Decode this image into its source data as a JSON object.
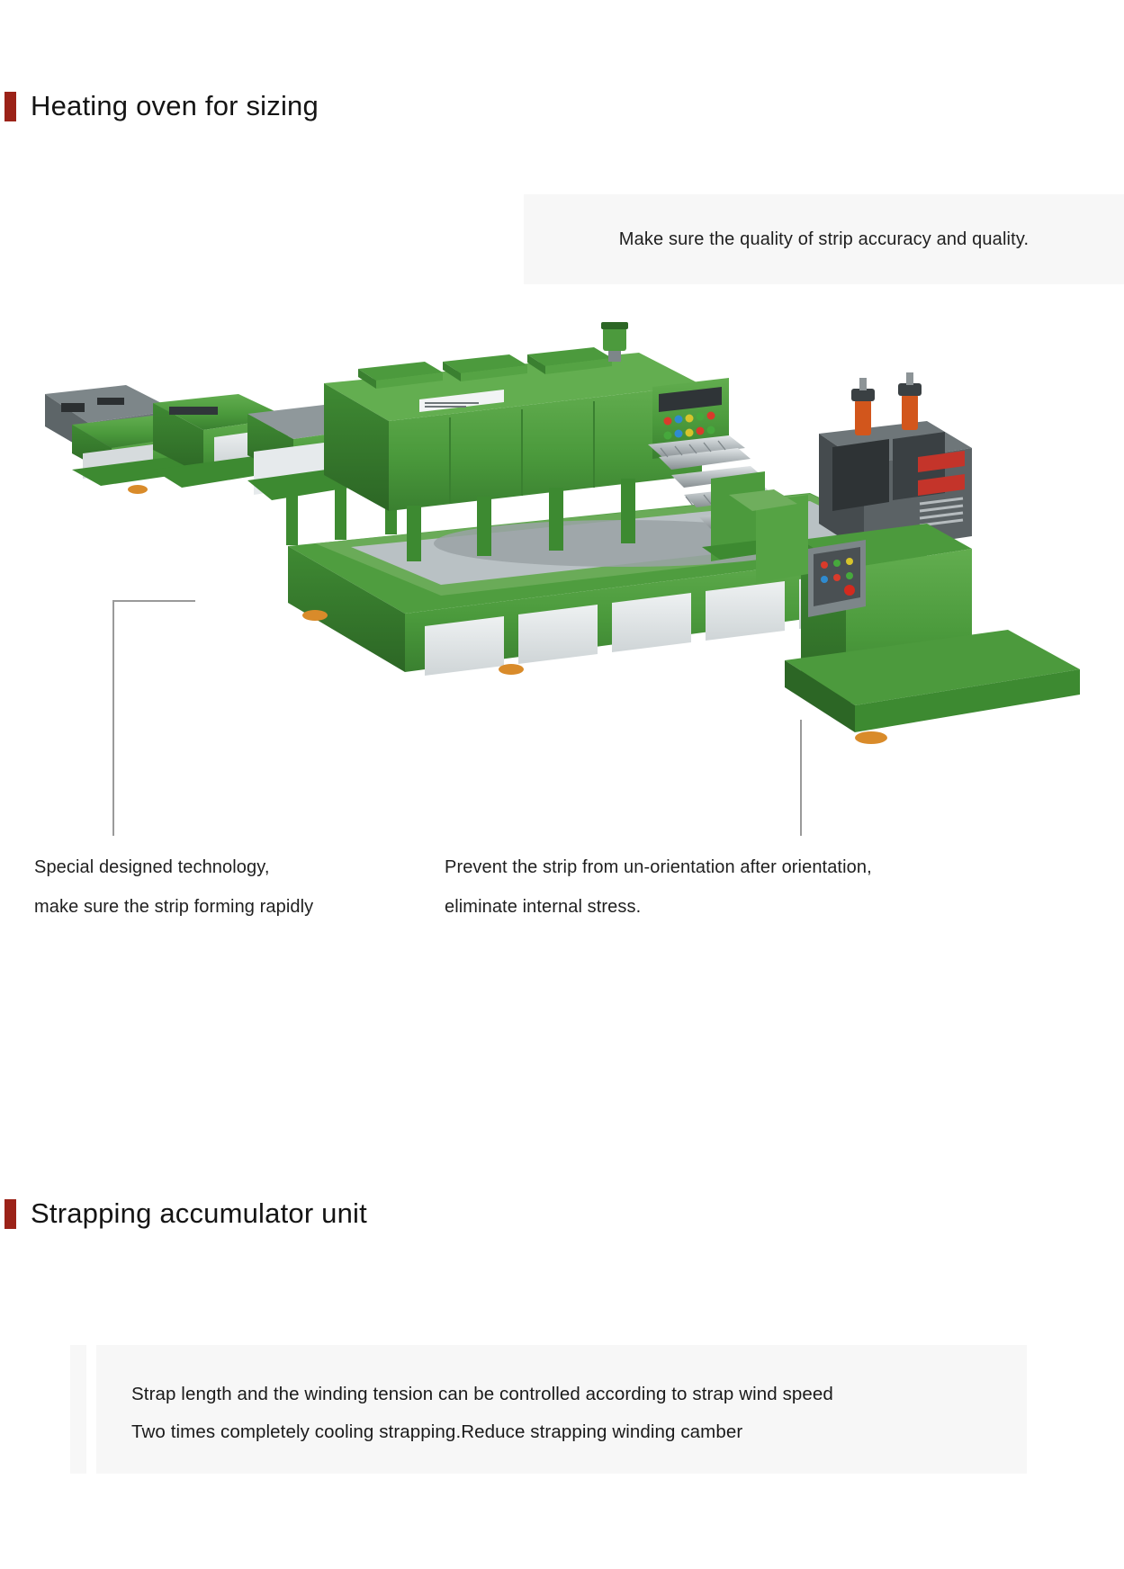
{
  "page": {
    "background": "#ffffff",
    "accent_color": "#9b2218",
    "panel_color": "#f7f7f7",
    "text_color": "#1f1f1f"
  },
  "sections": [
    {
      "id": "heating-oven",
      "heading": "Heating oven for sizing",
      "callout": {
        "lines": [
          "Make sure the quality of strip accuracy and quality."
        ]
      },
      "captions": [
        {
          "id": "left",
          "lines": [
            "Special designed technology,",
            "make sure the strip forming rapidly"
          ]
        },
        {
          "id": "right",
          "lines": [
            "Prevent the strip from un-orientation after orientation,",
            "eliminate internal stress."
          ]
        }
      ],
      "image": {
        "name": "pp-strapping-heating-oven-sizing-line-photo",
        "alt": "Green industrial PP strapping band heating oven and sizing production line",
        "machine_color": "#4e9a3f",
        "panel_color": "#dfe3e4",
        "base_color": "#2f6b28"
      }
    },
    {
      "id": "strapping-accumulator",
      "heading": "Strapping accumulator unit",
      "callout": {
        "lines": [
          "Strap length and the winding tension can be controlled according to strap wind speed",
          "Two times completely cooling strapping.Reduce strapping winding camber"
        ]
      }
    }
  ]
}
